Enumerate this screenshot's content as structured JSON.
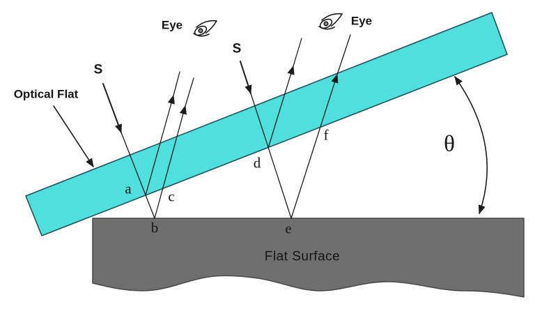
{
  "diagram": {
    "labels": {
      "optical_flat": "Optical Flat",
      "flat_surface": "Flat Surface",
      "eye_left": "Eye",
      "eye_right": "Eye",
      "source_left": "S",
      "source_right": "S",
      "theta": "θ",
      "points": {
        "a": "a",
        "b": "b",
        "c": "c",
        "d": "d",
        "e": "e",
        "f": "f"
      }
    },
    "icons": {
      "eye_left": "eye-icon",
      "eye_right": "eye-icon"
    },
    "colors": {
      "background": "#ffffff",
      "flat_fill": "#4fdfdc",
      "flat_stroke": "#1e525c",
      "surface_fill": "#6f6f6f",
      "surface_stroke": "#484848",
      "line": "#1c1c1c",
      "text": "#161616"
    }
  }
}
